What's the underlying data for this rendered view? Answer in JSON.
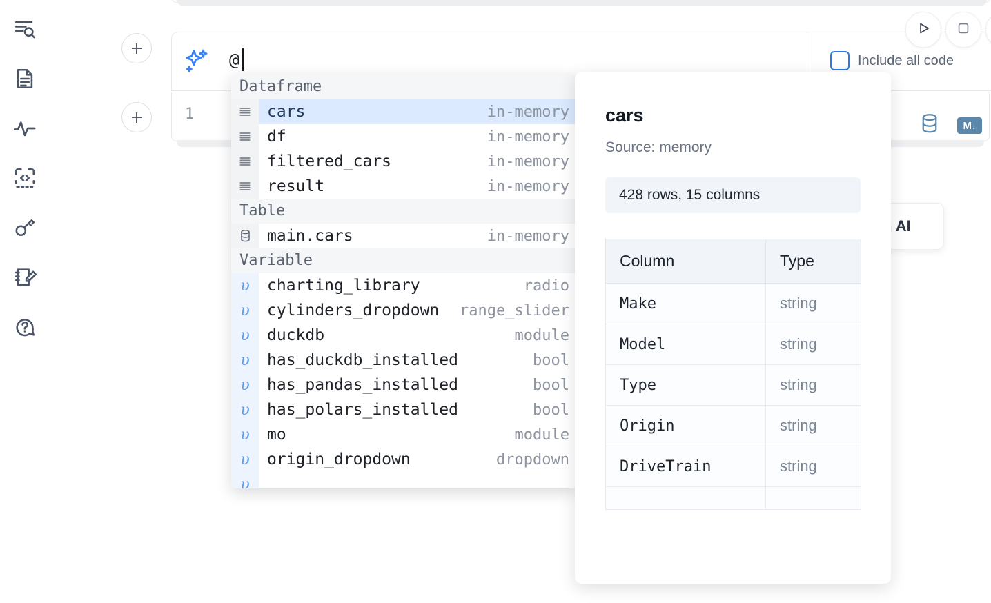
{
  "sidebar": {
    "items": [
      {
        "icon": "outline-search-icon",
        "name": "sidebar-item-outline"
      },
      {
        "icon": "file-text-icon",
        "name": "sidebar-item-files"
      },
      {
        "icon": "activity-pulse-icon",
        "name": "sidebar-item-activity"
      },
      {
        "icon": "code-snippet-icon",
        "name": "sidebar-item-snippets"
      },
      {
        "icon": "key-icon",
        "name": "sidebar-item-secrets"
      },
      {
        "icon": "notepad-edit-icon",
        "name": "sidebar-item-scratchpad"
      },
      {
        "icon": "question-chat-icon",
        "name": "sidebar-item-help"
      }
    ]
  },
  "toolbar": {
    "run_label": "run-cell",
    "stop_label": "stop-cell",
    "include_all_code_label": "Include all code",
    "include_all_code_checked": false,
    "accent_color": "#2c7be5"
  },
  "ai_cell": {
    "input_value": "@",
    "placeholder": "",
    "sparkle_icon": "ai-sparkle-icon",
    "sparkle_color": "#3b82f6"
  },
  "code_cell": {
    "line_number": "1",
    "db_icon": "database-icon",
    "markdown_icon": "markdown-icon",
    "markdown_label": "M↓",
    "icon_color": "#5b87ab"
  },
  "ai_chip": {
    "label": "h AI"
  },
  "autocomplete": {
    "sections": [
      {
        "label": "Dataframe",
        "items": [
          {
            "icon": "dataframe-icon",
            "name": "cars",
            "kind": "in-memory",
            "selected": true
          },
          {
            "icon": "dataframe-icon",
            "name": "df",
            "kind": "in-memory",
            "selected": false
          },
          {
            "icon": "dataframe-icon",
            "name": "filtered_cars",
            "kind": "in-memory",
            "selected": false
          },
          {
            "icon": "dataframe-icon",
            "name": "result",
            "kind": "in-memory",
            "selected": false
          }
        ]
      },
      {
        "label": "Table",
        "items": [
          {
            "icon": "database-icon",
            "name": "main.cars",
            "kind": "in-memory",
            "selected": false
          }
        ]
      },
      {
        "label": "Variable",
        "items": [
          {
            "icon": "variable-icon",
            "name": "charting_library",
            "kind": "radio",
            "selected": false
          },
          {
            "icon": "variable-icon",
            "name": "cylinders_dropdown",
            "kind": "range_slider",
            "selected": false
          },
          {
            "icon": "variable-icon",
            "name": "duckdb",
            "kind": "module",
            "selected": false
          },
          {
            "icon": "variable-icon",
            "name": "has_duckdb_installed",
            "kind": "bool",
            "selected": false
          },
          {
            "icon": "variable-icon",
            "name": "has_pandas_installed",
            "kind": "bool",
            "selected": false
          },
          {
            "icon": "variable-icon",
            "name": "has_polars_installed",
            "kind": "bool",
            "selected": false
          },
          {
            "icon": "variable-icon",
            "name": "mo",
            "kind": "module",
            "selected": false
          },
          {
            "icon": "variable-icon",
            "name": "origin_dropdown",
            "kind": "dropdown",
            "selected": false
          },
          {
            "icon": "variable-icon",
            "name": "",
            "kind": "",
            "selected": false
          }
        ]
      }
    ],
    "variable_glyph": "υ",
    "selected_bg": "#dbeafe"
  },
  "preview": {
    "title": "cars",
    "source": "Source: memory",
    "shape": "428 rows, 15 columns",
    "schema_headers": [
      "Column",
      "Type"
    ],
    "schema_rows": [
      {
        "column": "Make",
        "type": "string"
      },
      {
        "column": "Model",
        "type": "string"
      },
      {
        "column": "Type",
        "type": "string"
      },
      {
        "column": "Origin",
        "type": "string"
      },
      {
        "column": "DriveTrain",
        "type": "string"
      },
      {
        "column": "",
        "type": ""
      }
    ]
  }
}
